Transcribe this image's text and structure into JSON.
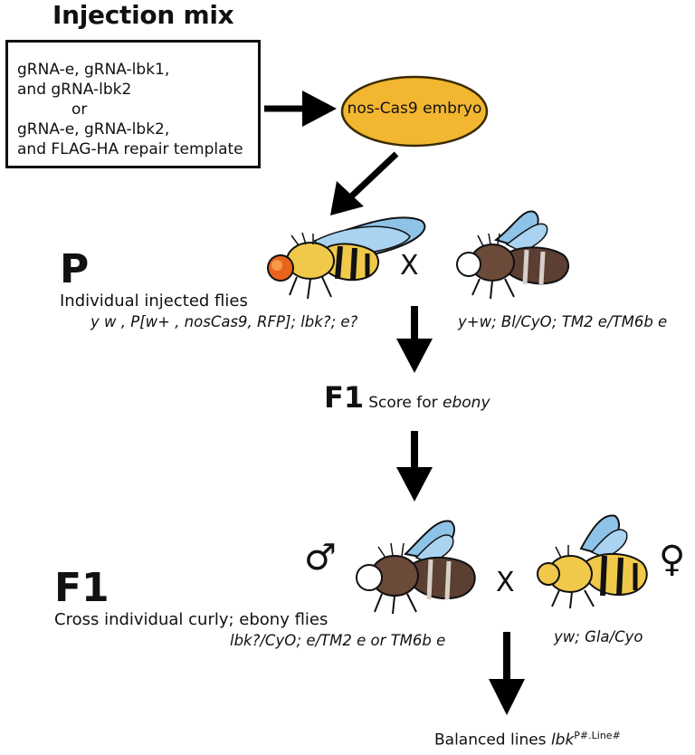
{
  "title": "Injection mix",
  "injection_mix": {
    "line1": "gRNA-e, gRNA-lbk1,",
    "line2": "and gRNA-lbk2",
    "or": "or",
    "line3": "gRNA-e, gRNA-lbk2,",
    "line4": "and FLAG-HA repair template"
  },
  "embryo_label": "nos-Cas9 embryo",
  "p_generation": {
    "label": "P",
    "description": "Individual injected flies",
    "genotype_left": "y w , P[w+ , nosCas9, RFP]; lbk?; e?",
    "cross": "X",
    "genotype_right": "y+w; Bl/CyO; TM2 e/TM6b e"
  },
  "f1_score": {
    "label": "F1",
    "text": "Score for ",
    "italic": "ebony"
  },
  "f1_cross": {
    "label": "F1",
    "description": "Cross individual curly; ebony flies",
    "genotype_left": "lbk?/CyO; e/TM2 e or TM6b e",
    "cross": "X",
    "genotype_right": "yw; Gla/Cyo",
    "male_symbol": "♂",
    "female_symbol": "♀"
  },
  "result": {
    "text": "Balanced lines ",
    "italic": "lbk",
    "superscript": "P#.Line#"
  },
  "colors": {
    "embryo_fill": "#f2b630",
    "wing_blue": "#8ec3e8",
    "fly_yellow": "#f0c84a",
    "fly_ebony": "#6b4a3a",
    "eye_red": "#e8641e",
    "arrow": "#000000"
  }
}
